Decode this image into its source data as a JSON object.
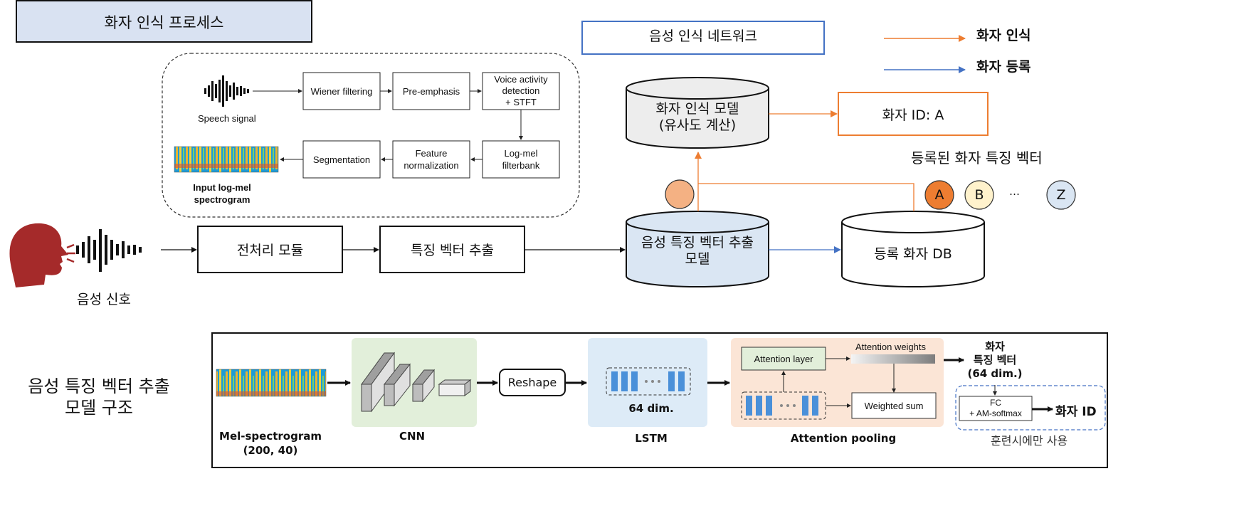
{
  "title": "화자 인식 프로세스",
  "network_label": "음성 인식 네트워크",
  "legend": {
    "recognition": "화자 인식",
    "registration": "화자 등록",
    "recognition_color": "#ED7D31",
    "registration_color": "#4472C4"
  },
  "pre": {
    "speech_signal": "Speech signal",
    "wiener": "Wiener filtering",
    "preemph": "Pre-emphasis",
    "vad_1": "Voice activity",
    "vad_2": "detection",
    "vad_3": "+ STFT",
    "logmel_1": "Log-mel",
    "logmel_2": "filterbank",
    "featnorm_1": "Feature",
    "featnorm_2": "normalization",
    "segmentation": "Segmentation",
    "input_1": "Input log-mel",
    "input_2": "spectrogram"
  },
  "main": {
    "voice_signal": "음성 신호",
    "preproc": "전처리 모듈",
    "feat_extract": "특징 벡터 추출",
    "extract_model_1": "음성 특징 벡터 추출",
    "extract_model_2": "모델",
    "recog_model_1": "화자 인식 모델",
    "recog_model_2": "(유사도 계산)",
    "result": "화자 ID: A",
    "registered": "등록된 화자 특징 벡터",
    "db": "등록 화자 DB",
    "circles": [
      "A",
      "B",
      "Z"
    ],
    "ellipsis": "…"
  },
  "structure": {
    "label_1": "음성 특징 벡터 추출",
    "label_2": "모델 구조",
    "mel_1": "Mel-spectrogram",
    "mel_2": "(200, 40)",
    "cnn": "CNN",
    "reshape": "Reshape",
    "lstm": "LSTM",
    "dim": "64 dim.",
    "attention_layer": "Attention layer",
    "attention_weights": "Attention weights",
    "weighted_sum": "Weighted sum",
    "attention_pooling": "Attention pooling",
    "vec_1": "화자",
    "vec_2": "특징 벡터",
    "vec_3": "(64 dim.)",
    "fc_1": "FC",
    "fc_2": "+ AM-softmax",
    "speaker_id": "화자 ID",
    "train_only": "훈련시에만 사용"
  }
}
